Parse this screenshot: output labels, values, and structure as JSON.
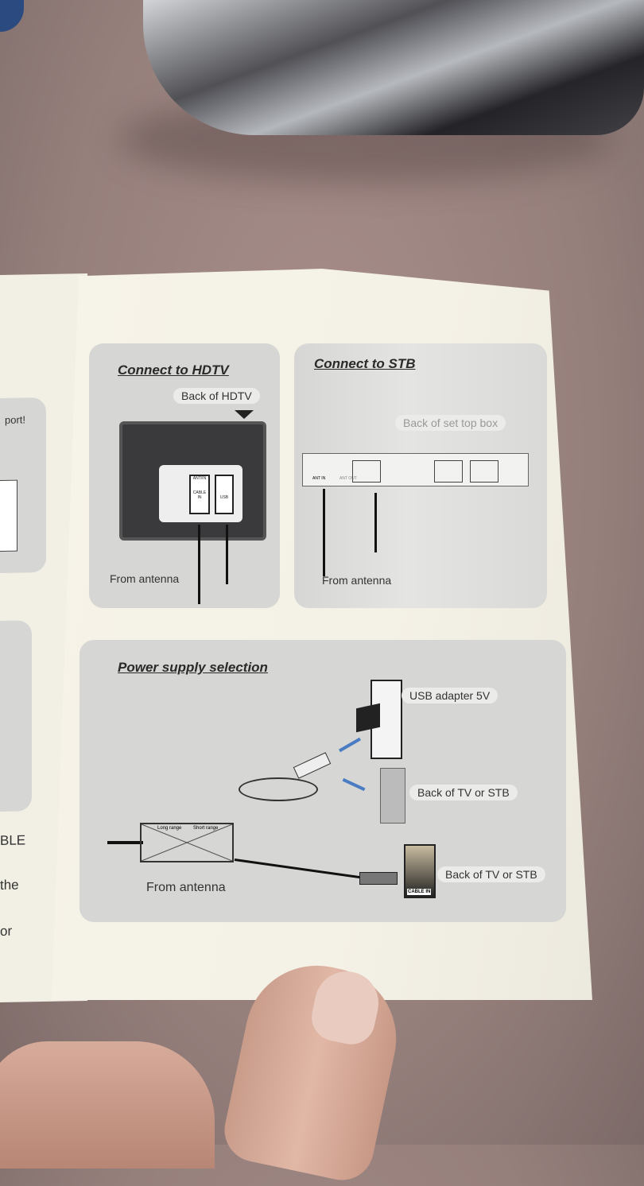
{
  "left_page_fragments": [
    "port!",
    "BLE",
    "the",
    "or"
  ],
  "hdtv": {
    "title": "Connect to HDTV",
    "back_label": "Back of HDTV",
    "port_antin": "ANT/IN",
    "port_cablein": "CABLE IN",
    "port_usb": "USB",
    "from": "From antenna"
  },
  "stb": {
    "title": "Connect to STB",
    "back_label": "Back of set top box",
    "port_antin": "ANT IN",
    "port_antout": "ANT OUT",
    "from": "From antenna"
  },
  "power": {
    "title": "Power supply selection",
    "usb_adapter": "USB adapter 5V",
    "back_tv1": "Back of TV or STB",
    "back_tv2": "Back of TV or STB",
    "cable_in": "CABLE IN",
    "long_range": "Long range",
    "short_range": "Short range",
    "from": "From antenna"
  }
}
